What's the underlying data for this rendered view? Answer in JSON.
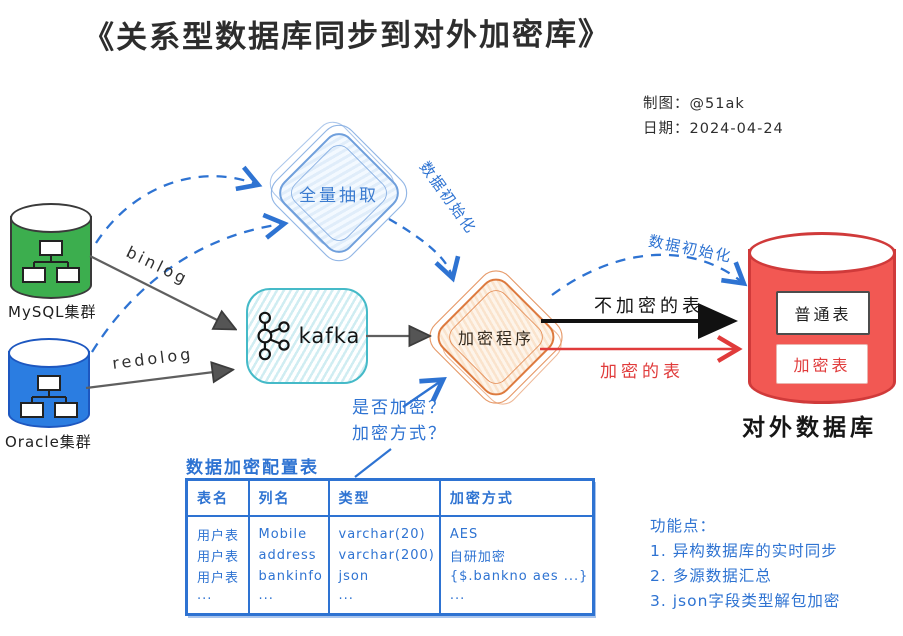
{
  "title": "《关系型数据库同步到对外加密库》",
  "credits": {
    "author": "制图：@51ak",
    "date": "日期：2024-04-24"
  },
  "colors": {
    "blue": "#2e73d2",
    "mysql-green": "#3cae4e",
    "oracle-blue": "#2b7de1",
    "db-red": "#f25853",
    "kafka-teal": "#45bac8",
    "diamond-blue": "#7fa9e0",
    "diamond-orange": "#e2874e",
    "arrow-gray": "#5f5f5f",
    "arrow-black": "#141414",
    "arrow-red": "#e03b3b"
  },
  "nodes": {
    "mysql": {
      "label": "MySQL集群"
    },
    "oracle": {
      "label": "Oracle集群"
    },
    "full_extract": {
      "label": "全量抽取"
    },
    "kafka": {
      "label": "kafka"
    },
    "encrypt_program": {
      "label": "加密程序"
    },
    "external_db": {
      "label": "对外数据库",
      "plain_table": "普通表",
      "encrypted_table": "加密表"
    }
  },
  "edges": {
    "binlog": "binlog",
    "redolog": "redolog",
    "init_from_extract": "数据初始化",
    "init_to_db": "数据初始化",
    "plain_tables": "不加密的表",
    "encrypted_tables": "加密的表",
    "question_line1": "是否加密？",
    "question_line2": "加密方式？"
  },
  "config_table": {
    "title": "数据加密配置表",
    "headers": [
      "表名",
      "列名",
      "类型",
      "加密方式"
    ],
    "rows": [
      [
        "用户表",
        "Mobile",
        "varchar(20)",
        "AES"
      ],
      [
        "用户表",
        "address",
        "varchar(200)",
        "自研加密"
      ],
      [
        "用户表",
        "bankinfo",
        "json",
        "{$.bankno aes ...}"
      ],
      [
        "...",
        "...",
        "...",
        "..."
      ]
    ]
  },
  "features": {
    "title": "功能点：",
    "items": [
      "1. 异构数据库的实时同步",
      "2. 多源数据汇总",
      "3. json字段类型解包加密"
    ]
  }
}
